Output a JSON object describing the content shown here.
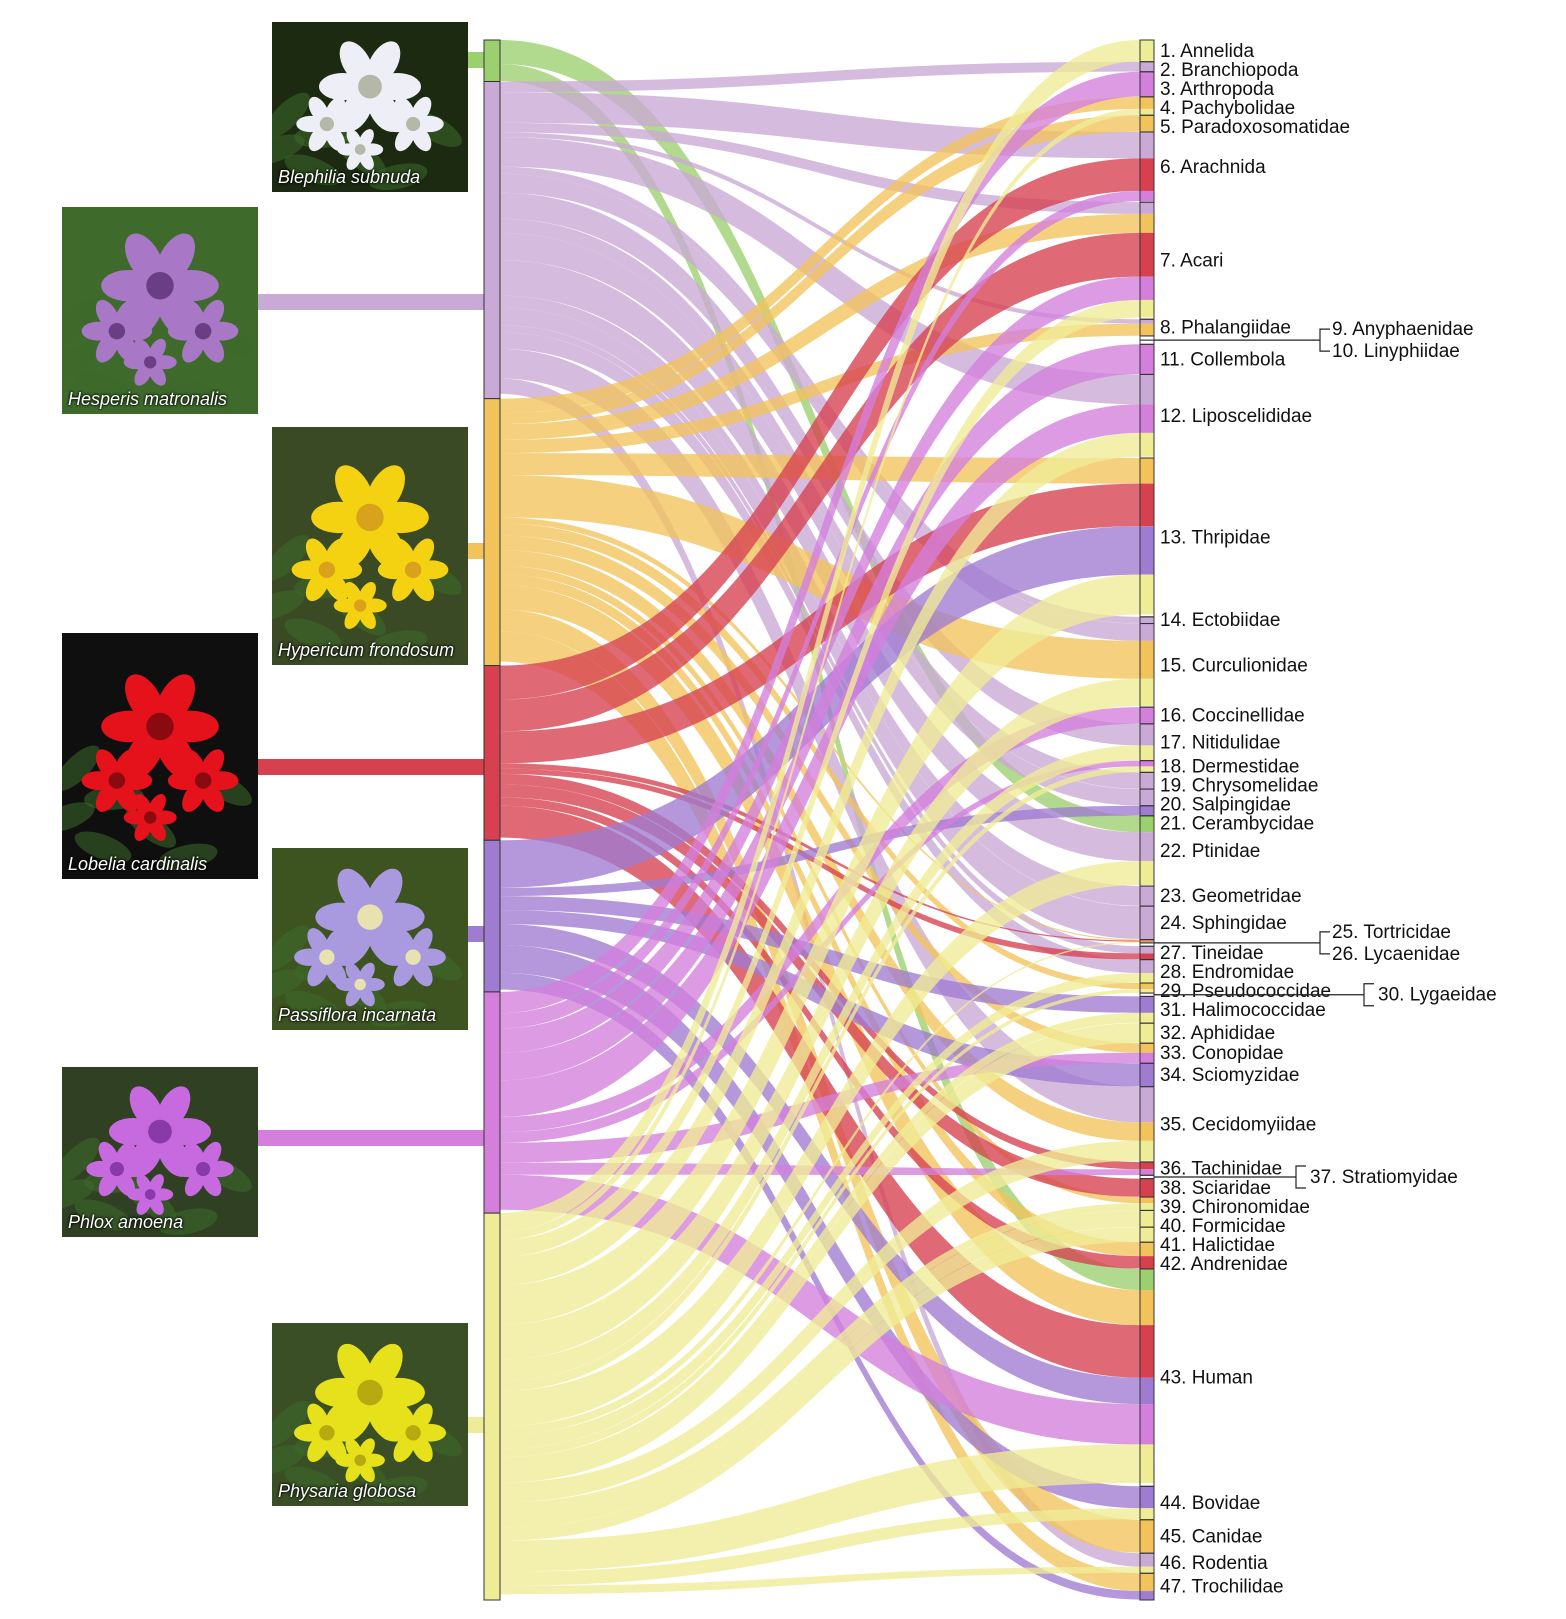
{
  "plants": [
    {
      "name": "Blephilia subnuda",
      "color": "#9ccf6e",
      "photo_bg": "#1c2a12",
      "petal": "#eeeef6",
      "center": "#b5b8a9",
      "start": 0.0,
      "end": 0.0266
    },
    {
      "name": "Hesperis matronalis",
      "color": "#c9a9d6",
      "photo_bg": "#3e6b2c",
      "petal": "#a877c5",
      "center": "#6a3e84",
      "start": 0.0266,
      "end": 0.2299
    },
    {
      "name": "Hypericum frondosum",
      "color": "#f2c35b",
      "photo_bg": "#3a4a24",
      "petal": "#f5d211",
      "center": "#d9a21d",
      "start": 0.2299,
      "end": 0.401
    },
    {
      "name": "Lobelia cardinalis",
      "color": "#d6404f",
      "photo_bg": "#0f0f0f",
      "petal": "#e5121c",
      "center": "#8a0a10",
      "start": 0.401,
      "end": 0.513
    },
    {
      "name": "Passiflora incarnata",
      "color": "#9f7bd1",
      "photo_bg": "#3d5420",
      "petal": "#a99ae0",
      "center": "#e8e2b0",
      "start": 0.513,
      "end": 0.6102
    },
    {
      "name": "Phlox amoena",
      "color": "#d47fdc",
      "photo_bg": "#2f4122",
      "petal": "#c76ae0",
      "center": "#8a3aa8",
      "start": 0.6102,
      "end": 0.752
    },
    {
      "name": "Physaria globosa",
      "color": "#efec96",
      "photo_bg": "#3a4f26",
      "petal": "#e7e11c",
      "center": "#b7a910",
      "start": 0.752,
      "end": 1.0
    }
  ],
  "taxa": [
    {
      "label": "1. Annelida",
      "size": 1.3
    },
    {
      "label": "2. Branchiopoda",
      "size": 0.6
    },
    {
      "label": "3. Arthropoda",
      "size": 1.5
    },
    {
      "label": "4. Pachybolidae",
      "size": 1.1
    },
    {
      "label": "5. Paradoxosomatidae",
      "size": 1.0
    },
    {
      "label": "6. Arachnida",
      "size": 4.2
    },
    {
      "label": "7. Acari",
      "size": 7.0
    },
    {
      "label": "8. Phalangiidae",
      "size": 1.0
    },
    {
      "label": "9. Anyphaenidae",
      "size": 0.25
    },
    {
      "label": "10. Linyphiidae",
      "size": 0.25
    },
    {
      "label": "11. Collembola",
      "size": 1.8
    },
    {
      "label": "12. Liposcelididae",
      "size": 5.0
    },
    {
      "label": "13. Thripidae",
      "size": 9.5
    },
    {
      "label": "14. Ectobiidae",
      "size": 0.4
    },
    {
      "label": "15. Curculionidae",
      "size": 5.0
    },
    {
      "label": "16. Coccinellidae",
      "size": 1.0
    },
    {
      "label": "17. Nitidulidae",
      "size": 2.2
    },
    {
      "label": "18. Dermestidae",
      "size": 0.7
    },
    {
      "label": "19. Chrysomelidae",
      "size": 1.0
    },
    {
      "label": "20. Salpingidae",
      "size": 1.0
    },
    {
      "label": "21. Cerambycidae",
      "size": 0.6
    },
    {
      "label": "22. Ptinidae",
      "size": 4.2
    },
    {
      "label": "23. Geometridae",
      "size": 1.2
    },
    {
      "label": "24. Sphingidae",
      "size": 2.0
    },
    {
      "label": "25. Tortricidae",
      "size": 0.2
    },
    {
      "label": "26. Lycaenidae",
      "size": 0.2
    },
    {
      "label": "27. Tineidae",
      "size": 0.8
    },
    {
      "label": "28. Endromidae",
      "size": 1.4
    },
    {
      "label": "29. Pseudococcidae",
      "size": 0.6
    },
    {
      "label": "30. Lygaeidae",
      "size": 0.2
    },
    {
      "label": "31. Halimococcidae",
      "size": 1.6
    },
    {
      "label": "32. Aphididae",
      "size": 1.2
    },
    {
      "label": "33. Conopidae",
      "size": 1.2
    },
    {
      "label": "34. Sciomyzidae",
      "size": 1.4
    },
    {
      "label": "35. Cecidomyiidae",
      "size": 4.5
    },
    {
      "label": "36. Tachinidae",
      "size": 0.8
    },
    {
      "label": "37. Stratiomyidae",
      "size": 0.2
    },
    {
      "label": "38. Sciaridae",
      "size": 1.1
    },
    {
      "label": "39. Chironomidae",
      "size": 0.8
    },
    {
      "label": "40. Formicidae",
      "size": 1.0
    },
    {
      "label": "41. Halictidae",
      "size": 0.9
    },
    {
      "label": "42. Andrenidae",
      "size": 1.6
    },
    {
      "label": "43. Human",
      "size": 13.0
    },
    {
      "label": "44. Bovidae",
      "size": 2.0
    },
    {
      "label": "45. Canidae",
      "size": 2.0
    },
    {
      "label": "46. Rodentia",
      "size": 1.2
    },
    {
      "label": "47. Trochilidae",
      "size": 1.6
    }
  ],
  "links": [
    {
      "p": 0,
      "t": 21,
      "w": 1.7
    },
    {
      "p": 0,
      "t": 42,
      "w": 1.2
    },
    {
      "p": 1,
      "t": 1,
      "w": 0.9
    },
    {
      "p": 1,
      "t": 5,
      "w": 2.6
    },
    {
      "p": 1,
      "t": 6,
      "w": 0.8
    },
    {
      "p": 1,
      "t": 7,
      "w": 0.4
    },
    {
      "p": 1,
      "t": 11,
      "w": 2.5
    },
    {
      "p": 1,
      "t": 13,
      "w": 0.6
    },
    {
      "p": 1,
      "t": 14,
      "w": 1.6
    },
    {
      "p": 1,
      "t": 16,
      "w": 2.2
    },
    {
      "p": 1,
      "t": 18,
      "w": 1.2
    },
    {
      "p": 1,
      "t": 19,
      "w": 2.3
    },
    {
      "p": 1,
      "t": 21,
      "w": 3.0
    },
    {
      "p": 1,
      "t": 22,
      "w": 1.0
    },
    {
      "p": 1,
      "t": 23,
      "w": 1.5
    },
    {
      "p": 1,
      "t": 26,
      "w": 0.6
    },
    {
      "p": 1,
      "t": 27,
      "w": 1.4
    },
    {
      "p": 1,
      "t": 34,
      "w": 2.5
    },
    {
      "p": 1,
      "t": 45,
      "w": 1.3
    },
    {
      "p": 2,
      "t": 3,
      "w": 1.2
    },
    {
      "p": 2,
      "t": 4,
      "w": 0.9
    },
    {
      "p": 2,
      "t": 6,
      "w": 1.3
    },
    {
      "p": 2,
      "t": 7,
      "w": 1.1
    },
    {
      "p": 2,
      "t": 12,
      "w": 1.8
    },
    {
      "p": 2,
      "t": 14,
      "w": 3.5
    },
    {
      "p": 2,
      "t": 24,
      "w": 0.5
    },
    {
      "p": 2,
      "t": 28,
      "w": 1.0
    },
    {
      "p": 2,
      "t": 32,
      "w": 1.2
    },
    {
      "p": 2,
      "t": 34,
      "w": 1.3
    },
    {
      "p": 2,
      "t": 38,
      "w": 0.7
    },
    {
      "p": 2,
      "t": 41,
      "w": 0.9
    },
    {
      "p": 2,
      "t": 42,
      "w": 2.0
    },
    {
      "p": 2,
      "t": 44,
      "w": 1.8
    },
    {
      "p": 2,
      "t": 46,
      "w": 2.5
    },
    {
      "p": 3,
      "t": 5,
      "w": 3.2
    },
    {
      "p": 3,
      "t": 6,
      "w": 3.0
    },
    {
      "p": 3,
      "t": 12,
      "w": 3.0
    },
    {
      "p": 3,
      "t": 24,
      "w": 0.5
    },
    {
      "p": 3,
      "t": 26,
      "w": 0.5
    },
    {
      "p": 3,
      "t": 35,
      "w": 1.0
    },
    {
      "p": 3,
      "t": 37,
      "w": 1.2
    },
    {
      "p": 3,
      "t": 41,
      "w": 0.8
    },
    {
      "p": 3,
      "t": 42,
      "w": 3.0
    },
    {
      "p": 4,
      "t": 12,
      "w": 3.4
    },
    {
      "p": 4,
      "t": 20,
      "w": 0.6
    },
    {
      "p": 4,
      "t": 30,
      "w": 1.0
    },
    {
      "p": 4,
      "t": 33,
      "w": 1.0
    },
    {
      "p": 4,
      "t": 42,
      "w": 1.5
    },
    {
      "p": 4,
      "t": 43,
      "w": 2.0
    },
    {
      "p": 4,
      "t": 46,
      "w": 1.2
    },
    {
      "p": 5,
      "t": 2,
      "w": 1.4
    },
    {
      "p": 5,
      "t": 5,
      "w": 1.0
    },
    {
      "p": 5,
      "t": 6,
      "w": 1.6
    },
    {
      "p": 5,
      "t": 10,
      "w": 1.8
    },
    {
      "p": 5,
      "t": 11,
      "w": 2.4
    },
    {
      "p": 5,
      "t": 15,
      "w": 1.0
    },
    {
      "p": 5,
      "t": 17,
      "w": 0.7
    },
    {
      "p": 5,
      "t": 32,
      "w": 1.3
    },
    {
      "p": 5,
      "t": 35,
      "w": 0.8
    },
    {
      "p": 5,
      "t": 42,
      "w": 2.3
    },
    {
      "p": 6,
      "t": 0,
      "w": 1.3
    },
    {
      "p": 6,
      "t": 3,
      "w": 0.6
    },
    {
      "p": 6,
      "t": 6,
      "w": 1.2
    },
    {
      "p": 6,
      "t": 11,
      "w": 2.0
    },
    {
      "p": 6,
      "t": 12,
      "w": 2.8
    },
    {
      "p": 6,
      "t": 14,
      "w": 2.5
    },
    {
      "p": 6,
      "t": 16,
      "w": 1.5
    },
    {
      "p": 6,
      "t": 17,
      "w": 0.7
    },
    {
      "p": 6,
      "t": 21,
      "w": 2.5
    },
    {
      "p": 6,
      "t": 24,
      "w": 0.6
    },
    {
      "p": 6,
      "t": 27,
      "w": 1.0
    },
    {
      "p": 6,
      "t": 28,
      "w": 0.6
    },
    {
      "p": 6,
      "t": 30,
      "w": 0.6
    },
    {
      "p": 6,
      "t": 31,
      "w": 1.2
    },
    {
      "p": 6,
      "t": 34,
      "w": 1.4
    },
    {
      "p": 6,
      "t": 38,
      "w": 0.8
    },
    {
      "p": 6,
      "t": 39,
      "w": 1.0
    },
    {
      "p": 6,
      "t": 40,
      "w": 0.9
    },
    {
      "p": 6,
      "t": 42,
      "w": 2.2
    },
    {
      "p": 6,
      "t": 43,
      "w": 1.0
    },
    {
      "p": 6,
      "t": 45,
      "w": 0.6
    }
  ]
}
